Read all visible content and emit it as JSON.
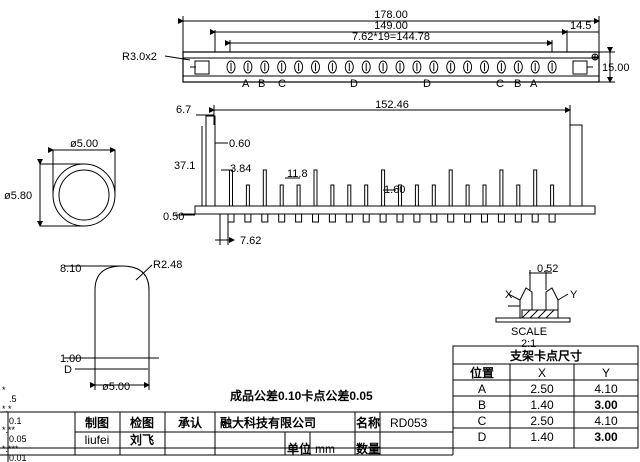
{
  "top_view": {
    "dims": {
      "overall": "178.00",
      "inner": "149.00",
      "pitch": "7.62*19=144.78",
      "right_offset": "14.5",
      "height": "15.00",
      "radius": "R3.0x2"
    },
    "letters_left": [
      "A",
      "B",
      "C"
    ],
    "letters_mid": [
      "D",
      "D"
    ],
    "letters_right": [
      "C",
      "B",
      "A"
    ]
  },
  "side_view": {
    "dims": {
      "span": "152.46",
      "d67": "6.7",
      "d060": "0.60",
      "d371": "37.1",
      "d384": "3.84",
      "d118": "11.8",
      "d160": "1.60",
      "d050": "0.50",
      "d762": "7.62"
    }
  },
  "circle_view": {
    "inner": "ø5.00",
    "outer": "ø5.80"
  },
  "led_view": {
    "h810": "8.10",
    "radius": "R2.48",
    "h100": "1.00",
    "d_label": "D",
    "width": "ø5.00"
  },
  "detail_view": {
    "dim": "0.52",
    "x": "X",
    "y": "Y",
    "scale": "SCALE",
    "scale_val": "2:1"
  },
  "spec_table": {
    "title": "支架卡点尺寸",
    "headers": [
      "位置",
      "X",
      "Y"
    ],
    "rows": [
      {
        "pos": "A",
        "x": "2.50",
        "y": "4.10"
      },
      {
        "pos": "B",
        "x": "1.40",
        "y": "3.00"
      },
      {
        "pos": "C",
        "x": "2.50",
        "y": "4.10"
      },
      {
        "pos": "D",
        "x": "1.40",
        "y": "3.00"
      }
    ]
  },
  "tolerance_note": "成品公差0.10卡点公差0.05",
  "title_block": {
    "drawn": "制图",
    "checked": "检图",
    "approved": "承认",
    "company": "融大科技有限公司",
    "name_label": "名称",
    "name_value": "RD053",
    "drawn_by": "liufei",
    "checked_by": "刘飞",
    "unit_label": "单位",
    "unit_value": "mm",
    "qty_label": "数量"
  },
  "tolerance_legend": {
    "l1": ".5",
    "l2": "0.1",
    "l3": "0.05",
    "l4": "0.01",
    "m1": "*",
    "m2": "*.*",
    "m3": "*.**",
    "m4": "*.***"
  }
}
